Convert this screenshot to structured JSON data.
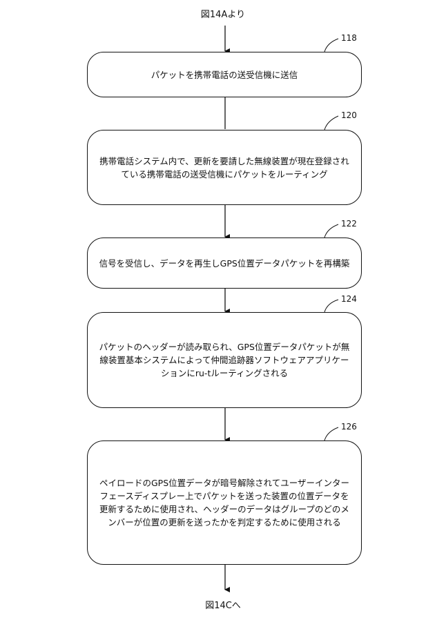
{
  "diagram": {
    "entry_label": "図14Aより",
    "exit_label": "図14Cへ",
    "steps": [
      {
        "ref": "118",
        "text": "パケットを携帯電話の送受信機に送信"
      },
      {
        "ref": "120",
        "text": "携帯電話システム内で、更新を要請した無線装置が現在登録されている携帯電話の送受信機にパケットをルーティング"
      },
      {
        "ref": "122",
        "text": "信号を受信し、データを再生しGPS位置データパケットを再構築"
      },
      {
        "ref": "124",
        "text": "パケットのヘッダーが読み取られ、GPS位置データパケットが無線装置基本システムによって仲間追跡器ソフトウェアアプリケーションにru-tルーティングされる"
      },
      {
        "ref": "126",
        "text": "ペイロードのGPS位置データが暗号解除されてユーザーインターフェースディスプレー上でパケットを送った装置の位置データを更新するために使用され、ヘッダーのデータはグループのどのメンバーが位置の更新を送ったかを判定するために使用される"
      }
    ]
  }
}
